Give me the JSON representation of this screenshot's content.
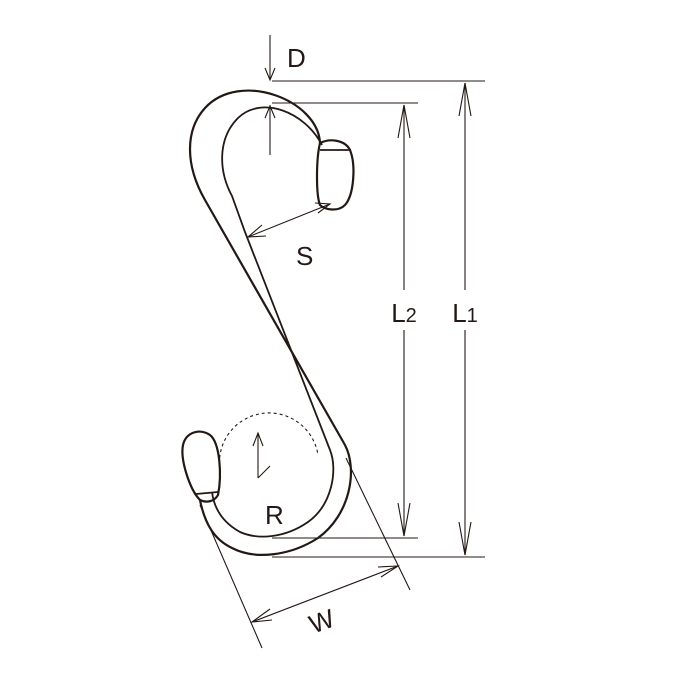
{
  "labels": {
    "d": "D",
    "s": "S",
    "r": "R",
    "w": "W",
    "l2_main": "L",
    "l2_sub": "2",
    "l1_main": "L",
    "l1_sub": "1"
  },
  "colors": {
    "line": "#231815",
    "background": "#ffffff"
  }
}
